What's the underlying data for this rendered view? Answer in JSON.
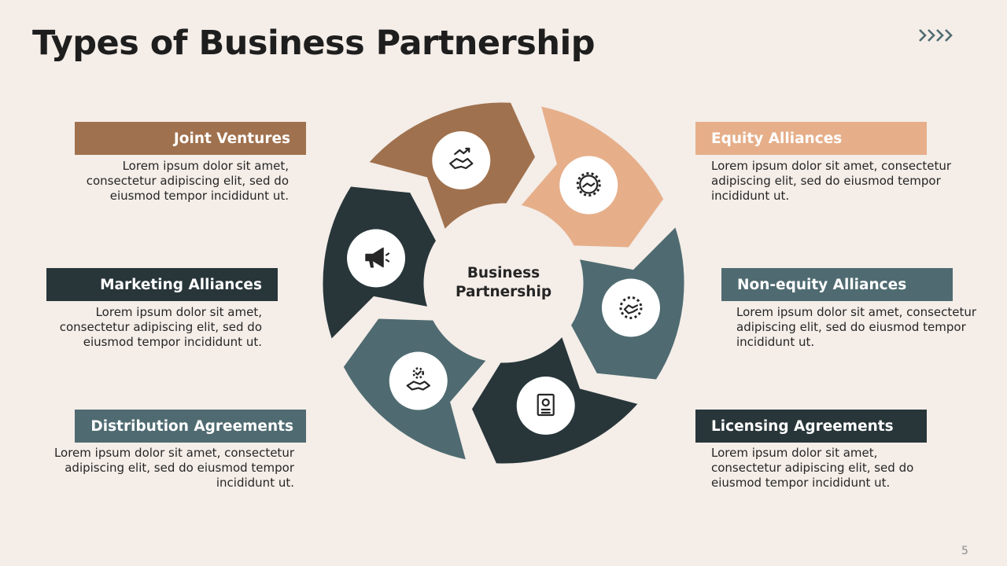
{
  "title": "Types of Business Partnership",
  "center": {
    "line1": "Business",
    "line2": "Partnership"
  },
  "page_number": "5",
  "colors": {
    "background": "#f4ede8",
    "brown": "#a0714e",
    "peach": "#e6af8a",
    "slate": "#4f6b71",
    "dark": "#28363a"
  },
  "items": [
    {
      "label": "Joint Ventures",
      "description_lines": [
        "Lorem ipsum dolor sit amet,",
        "consectetur adipiscing elit, sed do",
        "eiusmod tempor incididunt ut."
      ],
      "color": "#a0714e",
      "icon": "handshake-growth-icon"
    },
    {
      "label": "Equity Alliances",
      "description_lines": [
        "Lorem ipsum dolor sit amet, consectetur",
        "adipiscing elit, sed do eiusmod tempor",
        "incididunt ut."
      ],
      "color": "#e6af8a",
      "icon": "gear-handshake-icon"
    },
    {
      "label": "Non-equity Alliances",
      "description_lines": [
        "Lorem ipsum dolor sit amet, consectetur",
        "adipiscing elit, sed do eiusmod tempor",
        "incididunt ut."
      ],
      "color": "#4f6b71",
      "icon": "handshake-badge-icon"
    },
    {
      "label": "Licensing Agreements",
      "description_lines": [
        "Lorem ipsum dolor sit amet,",
        "consectetur adipiscing elit, sed do",
        "eiusmod tempor incididunt ut."
      ],
      "color": "#28363a",
      "icon": "certificate-icon"
    },
    {
      "label": "Distribution Agreements",
      "description_lines": [
        "Lorem ipsum dolor sit amet, consectetur",
        "adipiscing elit, sed do eiusmod tempor",
        "incididunt ut."
      ],
      "color": "#4f6b71",
      "icon": "gear-handshake-check-icon"
    },
    {
      "label": "Marketing Alliances",
      "description_lines": [
        "Lorem ipsum dolor sit amet,",
        "consectetur adipiscing elit, sed do",
        "eiusmod tempor incididunt ut."
      ],
      "color": "#28363a",
      "icon": "megaphone-icon"
    }
  ]
}
